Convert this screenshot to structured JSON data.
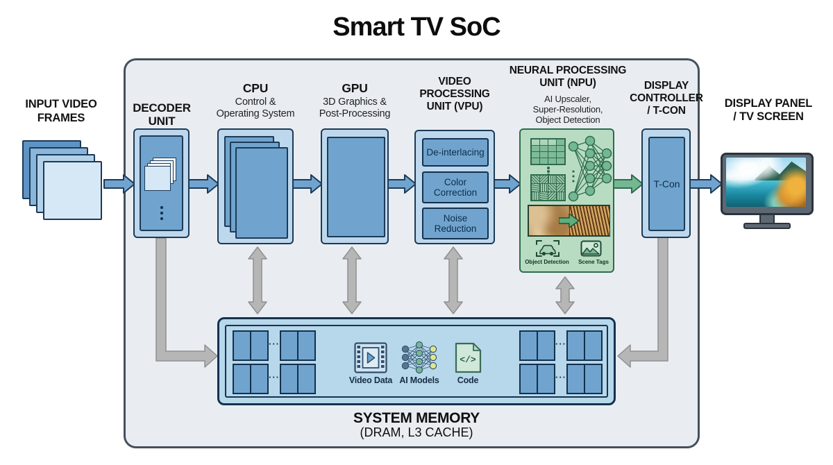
{
  "title": "Smart TV SoC",
  "input_video": {
    "label": [
      "INPUT VIDEO",
      "FRAMES"
    ]
  },
  "decoder": {
    "label": [
      "DECODER",
      "UNIT"
    ]
  },
  "cpu": {
    "label": "CPU",
    "sublabel": [
      "Control &",
      "Operating System"
    ]
  },
  "gpu": {
    "label": "GPU",
    "sublabel": [
      "3D Graphics &",
      "Post-Processing"
    ]
  },
  "vpu": {
    "label": [
      "VIDEO",
      "PROCESSING",
      "UNIT (VPU)"
    ],
    "stages": [
      "De-interlacing",
      "Color Correction",
      "Noise Reduction"
    ]
  },
  "npu": {
    "label": [
      "NEURAL PROCESSING",
      "UNIT (NPU)"
    ],
    "sublabel": [
      "AI Upscaler,",
      "Super-Resolution,",
      "Object Detection"
    ],
    "caption_object_detection": "Object Detection",
    "caption_scene_tags": "Scene Tags"
  },
  "display_controller": {
    "label": [
      "DISPLAY",
      "CONTROLLER",
      "/ T-CON"
    ],
    "chip_label": "T-Con"
  },
  "display_panel": {
    "label": [
      "DISPLAY PANEL",
      "/ TV SCREEN"
    ]
  },
  "system_memory": {
    "title": "SYSTEM MEMORY",
    "subtitle": "(DRAM, L3 CACHE)",
    "items": [
      {
        "icon": "video-data-icon",
        "label": "Video Data"
      },
      {
        "icon": "ai-models-icon",
        "label": "AI Models"
      },
      {
        "icon": "code-icon",
        "label": "Code",
        "glyph": "</>"
      }
    ],
    "ellipsis": "···"
  },
  "colors": {
    "soc_fill": "#e9edf2",
    "block_fill": "#bdd7ec",
    "block_inner": "#70a4ce",
    "outline_navy": "#1c3a57",
    "npu_fill": "#b8dcc2",
    "npu_outline": "#2e6b4d",
    "arrow_green": "#74b893",
    "arrow_gray": "#b6b6b6"
  }
}
